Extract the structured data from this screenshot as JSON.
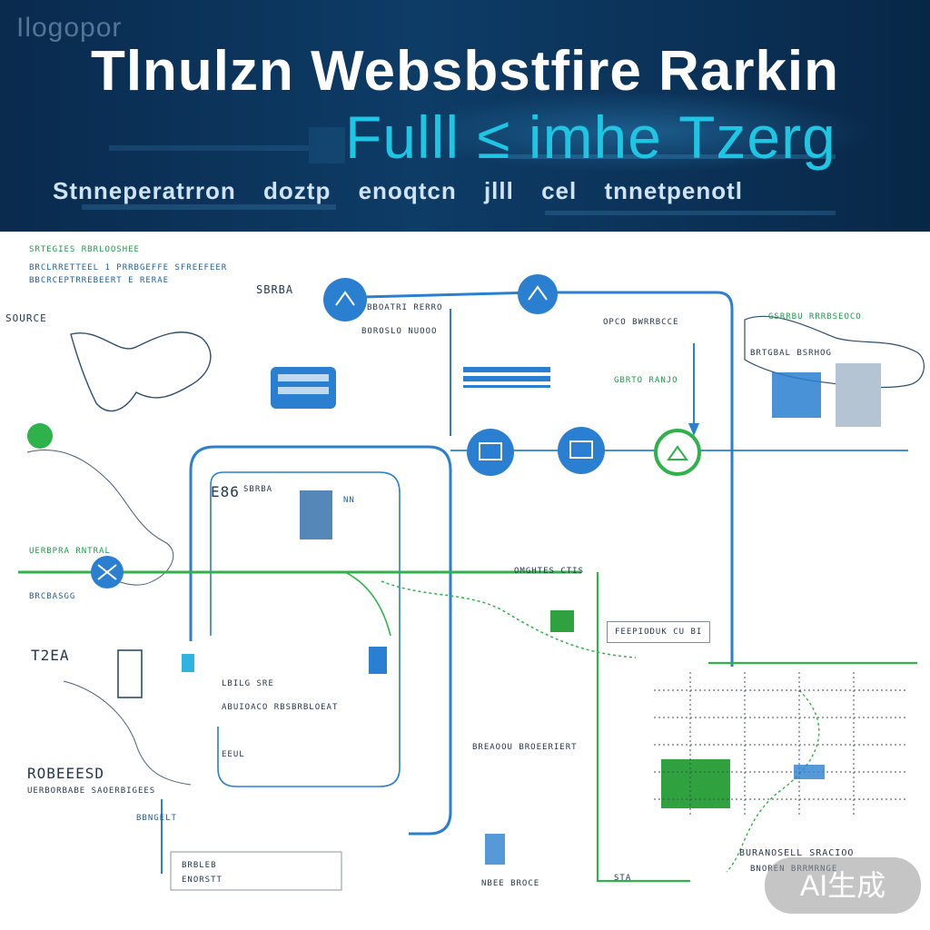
{
  "header": {
    "corner_text": "Ilogopor",
    "title": "Tlnulzn Websbstfire Rarkin",
    "subtitle": "Fulll ≤ imhe Tzerg",
    "tagline": [
      "Stnneperatrron",
      "doztp",
      "enoqtcn",
      "jlll",
      "cel",
      "tnnetpenotl"
    ]
  },
  "labels": {
    "top_left_legend_1": "SRTEGIES RBRLOOSHEE",
    "top_left_legend_2": "BRCLRRETTEEL 1 PRRBGEFFE SFREEFEER",
    "top_left_legend_3": "BBCRCEPTRREBEERT E RERAE",
    "sbrba": "SBRBA",
    "source": "SOURCE",
    "bboatri": "BBOATRI RERRO",
    "boroslo": "BOROSLO NUOOO",
    "gsrrbu": "GSRRBU RRRBSEOCO",
    "opco": "OPCO BWRRBCCE",
    "gbrto": "GBRTO RANJO",
    "brtgbal": "BRTGBAL BSRHOG",
    "nn": "NN",
    "sbrba2": "SBRBA",
    "e86": "E86",
    "uerbpra": "UERBPRA RNTRAL",
    "brcbasgg": "BRCBASGG",
    "omghtes": "OMGHTES CTIS",
    "lbilg": "LBILG SRE",
    "abuioaco": "ABUIOACO RBSBRBLOEAT",
    "eeul": "EEUL",
    "feepioduk": "FEEPIODUK CU BI",
    "t2ea": "T2EA",
    "robeeesd": "ROBEEESD",
    "uer": "UERBORBABE SAOERBIGEES",
    "bbngelt": "BBNGELT",
    "brbleb": "BRBLEB",
    "enorstt": "ENORSTT",
    "breaoou": "BREAOOU BROEERIERT",
    "nbee": "NBEE BROCE",
    "sta": "STA",
    "buranosell": "BURANOSELL SRACIOO",
    "bnoren": "BNOREN BRRMRNGE"
  },
  "colors": {
    "blue": "#2a7fd0",
    "green": "#2fb24a",
    "banner": "#0b3157",
    "cyan": "#1ec6e4"
  },
  "watermark": "AI生成"
}
